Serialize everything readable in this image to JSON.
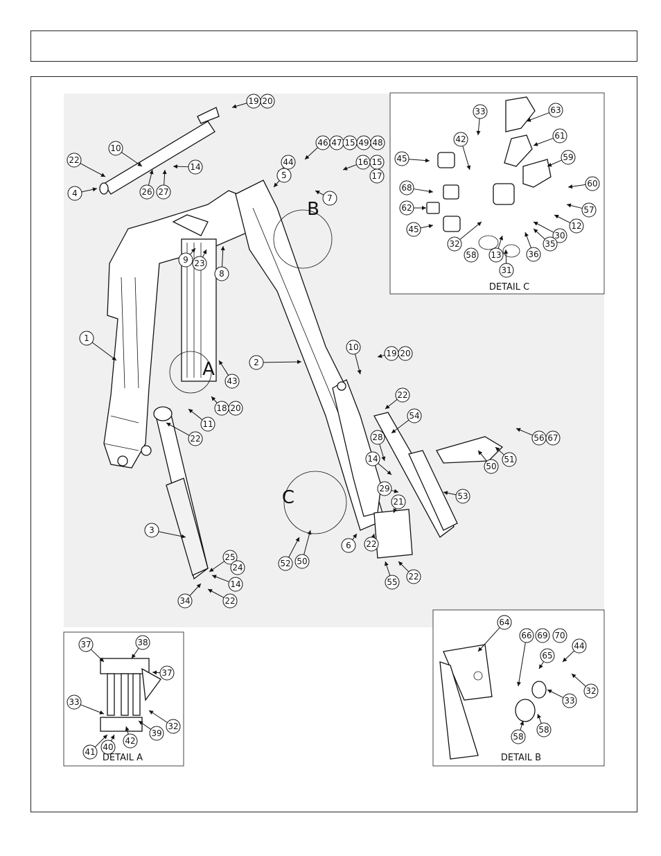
{
  "header": {
    "title": ""
  },
  "details": {
    "detail_a": "DETAIL A",
    "detail_b": "DETAIL B",
    "detail_c": "DETAIL C",
    "marker_a": "A",
    "marker_b": "B",
    "marker_c": "C"
  },
  "callouts": {
    "main": [
      "19",
      "20",
      "22",
      "10",
      "14",
      "4",
      "26",
      "27",
      "46",
      "47",
      "15",
      "49",
      "48",
      "44",
      "5",
      "16",
      "15",
      "17",
      "7",
      "8",
      "9",
      "23",
      "1",
      "2",
      "43",
      "10",
      "19",
      "20",
      "18",
      "20",
      "11",
      "22",
      "22",
      "54",
      "28",
      "56",
      "67",
      "50",
      "51",
      "14",
      "29",
      "21",
      "53",
      "3",
      "6",
      "22",
      "52",
      "50",
      "55",
      "22",
      "25",
      "24",
      "14",
      "34",
      "22"
    ],
    "detail_c": [
      "33",
      "63",
      "61",
      "42",
      "45",
      "59",
      "60",
      "68",
      "62",
      "57",
      "12",
      "30",
      "45",
      "35",
      "36",
      "32",
      "13",
      "58",
      "31"
    ],
    "detail_b": [
      "64",
      "66",
      "69",
      "70",
      "65",
      "44",
      "33",
      "32",
      "58",
      "58"
    ],
    "detail_a": [
      "37",
      "38",
      "37",
      "33",
      "32",
      "39",
      "41",
      "40",
      "42"
    ]
  }
}
